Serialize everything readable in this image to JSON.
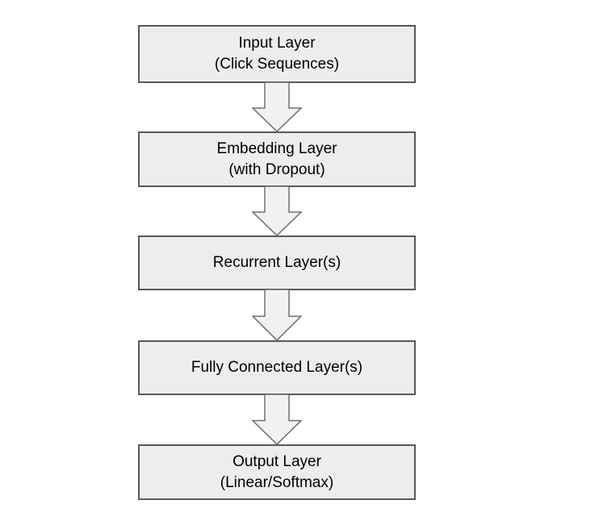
{
  "diagram": {
    "type": "flowchart",
    "direction": "top-down",
    "nodes": [
      {
        "id": "input-layer",
        "lines": [
          "Input Layer",
          "(Click Sequences)"
        ]
      },
      {
        "id": "embedding-layer",
        "lines": [
          "Embedding Layer",
          "(with Dropout)"
        ]
      },
      {
        "id": "recurrent-layer",
        "lines": [
          "Recurrent Layer(s)"
        ]
      },
      {
        "id": "fully-connected-layer",
        "lines": [
          "Fully Connected Layer(s)"
        ]
      },
      {
        "id": "output-layer",
        "lines": [
          "Output Layer",
          "(Linear/Softmax)"
        ]
      }
    ],
    "connectors": [
      {
        "from": "input-layer",
        "to": "embedding-layer",
        "icon": "down-block-arrow"
      },
      {
        "from": "embedding-layer",
        "to": "recurrent-layer",
        "icon": "down-block-arrow"
      },
      {
        "from": "recurrent-layer",
        "to": "fully-connected-layer",
        "icon": "down-block-arrow"
      },
      {
        "from": "fully-connected-layer",
        "to": "output-layer",
        "icon": "down-block-arrow"
      }
    ]
  },
  "colors": {
    "background": "#ffffff",
    "node_fill": "#ededed",
    "node_border": "#595959",
    "arrow_fill": "#f1f1f1",
    "arrow_border": "#707070",
    "text": "#000000"
  }
}
